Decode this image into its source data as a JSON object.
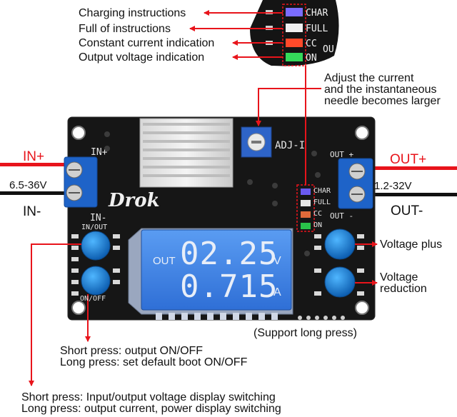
{
  "indicators": {
    "charging": "Charging instructions",
    "full": "Full of instructions",
    "cc": "Constant current indication",
    "output_voltage": "Output voltage indication"
  },
  "led_zoom_labels": [
    "CHAR",
    "FULL",
    "CC",
    "ON",
    "OU"
  ],
  "adjust_current": [
    "Adjust the current",
    "and the instantaneous",
    "needle becomes larger"
  ],
  "input": {
    "label": "IN+",
    "minus": "IN-",
    "range": "6.5-36V"
  },
  "output": {
    "label": "OUT+",
    "minus": "OUT-",
    "range": "1.2-32V"
  },
  "board": {
    "adj": "ADJ-I",
    "in_plus": "IN+",
    "in_minus": "IN-",
    "out_plus": "OUT +",
    "out_minus": "OUT -",
    "in_out": "IN/OUT",
    "on_off": "ON/OFF",
    "brand": "Drok",
    "led_labels": [
      "CHAR",
      "FULL",
      "CC",
      "ON"
    ]
  },
  "lcd": {
    "out": "OUT",
    "voltage": "02.25",
    "v_unit": "V",
    "current": "0.715",
    "a_unit": "A"
  },
  "buttons": {
    "voltage_plus": "Voltage plus",
    "voltage_reduction": [
      "Voltage",
      "reduction"
    ]
  },
  "support_long_press": "(Support long press)",
  "onoff_notes": [
    "Short press: output ON/OFF",
    "Long press: set default boot ON/OFF"
  ],
  "display_notes": [
    "Short press: Input/output voltage display switching",
    "Long press: output current, power display switching"
  ],
  "colors": {
    "arrow": "#e8141b",
    "pcb": "#161616",
    "lcd": "#3d7fe6",
    "button": "#1c84dd",
    "terminal": "#1e63c8"
  }
}
